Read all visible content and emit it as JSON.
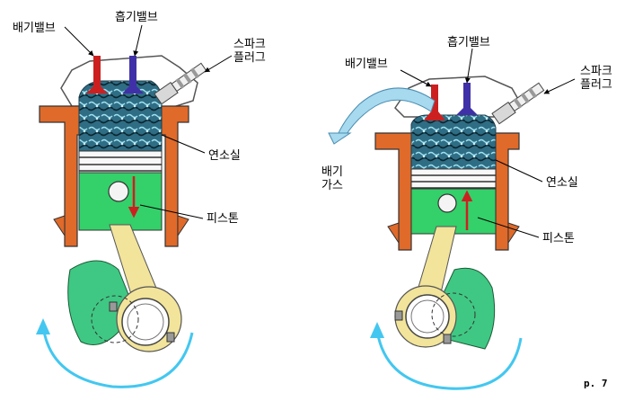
{
  "left": {
    "exhaust_valve": "배기밸브",
    "intake_valve": "흡기밸브",
    "spark_plug": [
      "스파크",
      "플러그"
    ],
    "combustion_chamber": "연소실",
    "piston": "피스톤"
  },
  "right": {
    "exhaust_valve": "배기밸브",
    "intake_valve": "흡기밸브",
    "spark_plug": [
      "스파크",
      "플러그"
    ],
    "exhaust_gas": [
      "배기",
      "가스"
    ],
    "combustion_chamber": "연소실",
    "piston": "피스톤"
  },
  "page_number": "p. 7",
  "colors": {
    "cylinder": "#e06a2a",
    "piston": "#34d06a",
    "gas": "#3a6f86",
    "rod": "#f2e49a",
    "crank": "#3fc883",
    "arrow": "#43c7f0",
    "exhaust_flow": "#a7d9ef",
    "exhaust_valve": "#cc2020",
    "intake_valve": "#4030a8"
  }
}
